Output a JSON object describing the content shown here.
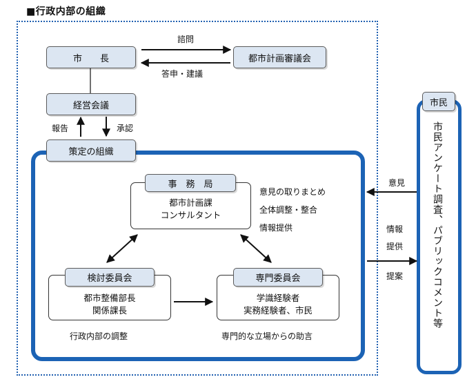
{
  "title": "■行政内部の組織",
  "nodes": {
    "mayor": "市　　長",
    "council": "都市計画審議会",
    "management": "経営会議",
    "formulation": "策定の組織",
    "secretariat": "事　務　局",
    "secretariat_members": [
      "都市計画課",
      "コンサルタント"
    ],
    "review": "検討委員会",
    "review_members": [
      "都市整備部長",
      "関係課長"
    ],
    "expert": "専門委員会",
    "expert_members": [
      "学識経験者",
      "実務経験者、市民"
    ],
    "citizen": "市民",
    "citizen_methods": "市民アンケート調査、パブリックコメント等"
  },
  "labels": {
    "consult": "諮問",
    "report_advice": "答申・建議",
    "report": "報告",
    "approval": "承認",
    "secretariat_roles": [
      "意見の取りまとめ",
      "全体調整・整合",
      "情報提供"
    ],
    "internal_coordination": "行政内部の調整",
    "expert_advice": "専門的な立場からの助言",
    "opinion": "意見",
    "info_provision": [
      "情報",
      "提供"
    ],
    "proposal": "提案"
  }
}
